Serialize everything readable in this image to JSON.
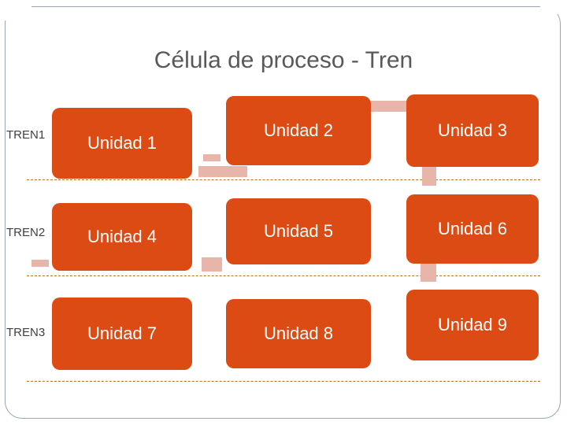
{
  "slide": {
    "title": "Célula de proceso - Tren",
    "background": "#ffffff",
    "accent_color": "#dd4b14",
    "connector_color": "#e8b5ab",
    "dash_color": "#b5702f",
    "title_color": "#595959"
  },
  "rows": [
    {
      "label": "TREN1"
    },
    {
      "label": "TREN2"
    },
    {
      "label": "TREN3"
    }
  ],
  "units": [
    {
      "label": "Unidad 1"
    },
    {
      "label": "Unidad 2"
    },
    {
      "label": "Unidad 3"
    },
    {
      "label": "Unidad 4"
    },
    {
      "label": "Unidad 5"
    },
    {
      "label": "Unidad 6"
    },
    {
      "label": "Unidad 7"
    },
    {
      "label": "Unidad 8"
    },
    {
      "label": "Unidad 9"
    }
  ]
}
